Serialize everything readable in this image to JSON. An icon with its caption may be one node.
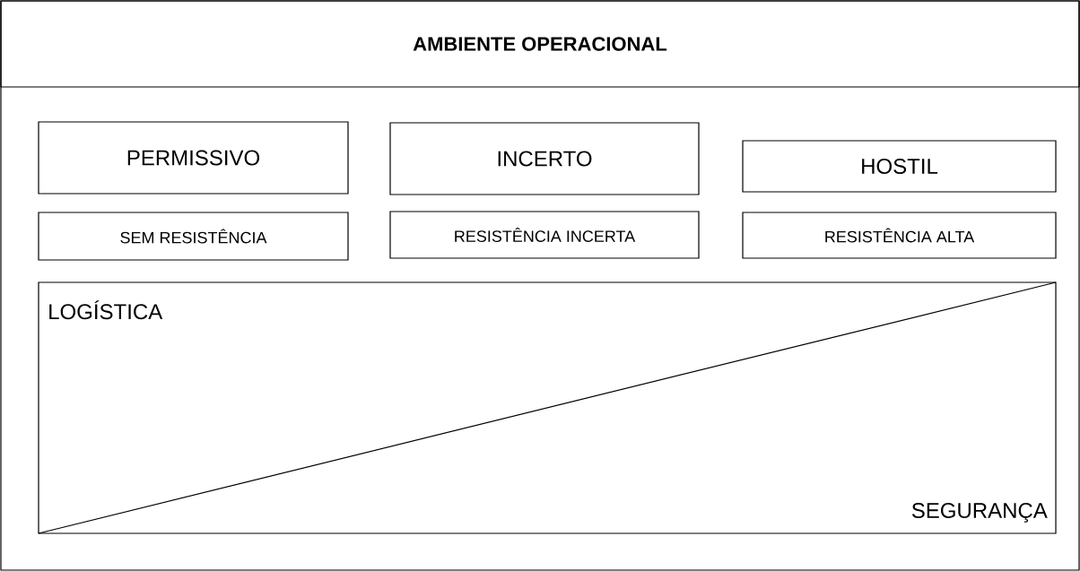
{
  "diagram": {
    "nodes": [
      {
        "text": [
          "AMBIENTE OPERACIONAL"
        ]
      },
      {
        "text": [
          "PERMISSIVO"
        ]
      },
      {
        "text": [
          "INCERTO"
        ]
      },
      {
        "text": [
          "HOSTIL"
        ]
      },
      {
        "text": [
          "SEM RESISTÊNCIA"
        ]
      },
      {
        "text": [
          "RESISTÊNCIA INCERTA"
        ]
      },
      {
        "text": [
          "RESISTÊNCIA ALTA"
        ]
      },
      {
        "text": [
          "LOGÍSTICA",
          "SEGURANÇA"
        ]
      }
    ]
  }
}
